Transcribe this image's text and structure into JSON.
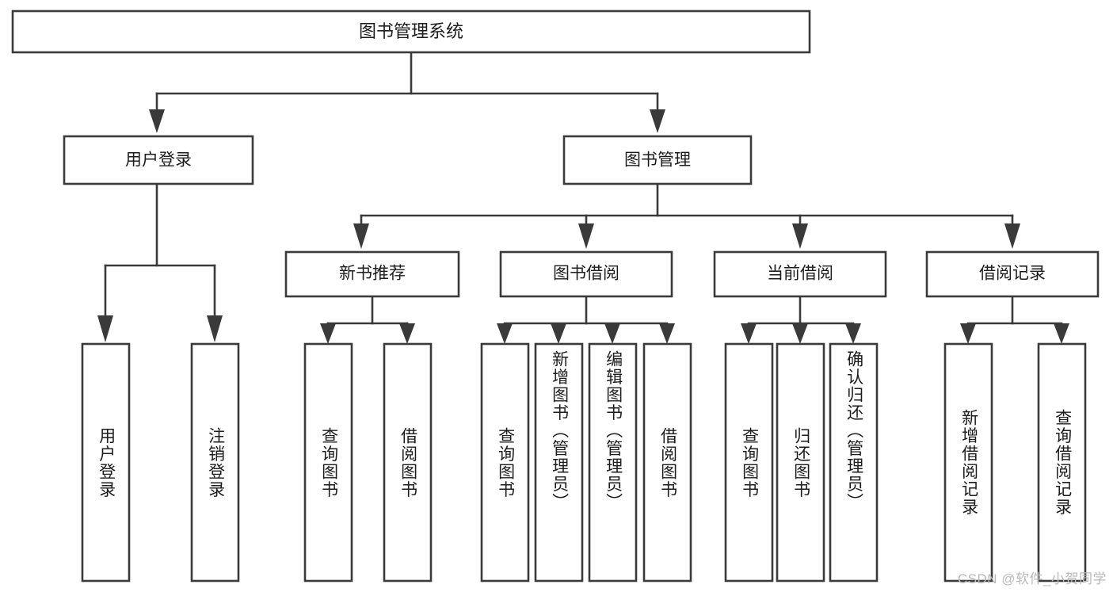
{
  "diagram": {
    "title": "图书管理系统",
    "type": "tree",
    "watermark": "CSDN @软件_小贺同学",
    "colors": {
      "stroke": "#3a3a3a",
      "fill": "#ffffff",
      "text": "#1c1c1c",
      "watermark": "#b9b9b9",
      "background": "#ffffff"
    },
    "root": {
      "id": "root",
      "label": "图书管理系统"
    },
    "level2": [
      {
        "id": "user-login",
        "label": "用户登录"
      },
      {
        "id": "book-manage",
        "label": "图书管理"
      }
    ],
    "level3": [
      {
        "id": "new-book-recommend",
        "label": "新书推荐",
        "parent": "book-manage"
      },
      {
        "id": "book-borrow",
        "label": "图书借阅",
        "parent": "book-manage"
      },
      {
        "id": "current-borrow",
        "label": "当前借阅",
        "parent": "book-manage"
      },
      {
        "id": "borrow-record",
        "label": "借阅记录",
        "parent": "book-manage"
      }
    ],
    "leaves": [
      {
        "id": "leaf-user-login",
        "label": "用户登录",
        "parent": "user-login"
      },
      {
        "id": "leaf-user-logout",
        "label": "注销登录",
        "parent": "user-login"
      },
      {
        "id": "leaf-query-book-1",
        "label": "查询图书",
        "parent": "new-book-recommend"
      },
      {
        "id": "leaf-borrow-book-1",
        "label": "借阅图书",
        "parent": "new-book-recommend"
      },
      {
        "id": "leaf-query-book-2",
        "label": "查询图书",
        "parent": "book-borrow"
      },
      {
        "id": "leaf-add-book",
        "label": "新增图书（管理员）",
        "parent": "book-borrow"
      },
      {
        "id": "leaf-edit-book",
        "label": "编辑图书（管理员）",
        "parent": "book-borrow"
      },
      {
        "id": "leaf-borrow-book-2",
        "label": "借阅图书",
        "parent": "book-borrow"
      },
      {
        "id": "leaf-query-book-3",
        "label": "查询图书",
        "parent": "current-borrow"
      },
      {
        "id": "leaf-return-book",
        "label": "归还图书",
        "parent": "current-borrow"
      },
      {
        "id": "leaf-confirm-return",
        "label": "确认归还（管理员）",
        "parent": "current-borrow"
      },
      {
        "id": "leaf-add-record",
        "label": "新增借阅记录",
        "parent": "borrow-record"
      },
      {
        "id": "leaf-query-record",
        "label": "查询借阅记录",
        "parent": "borrow-record"
      }
    ]
  }
}
